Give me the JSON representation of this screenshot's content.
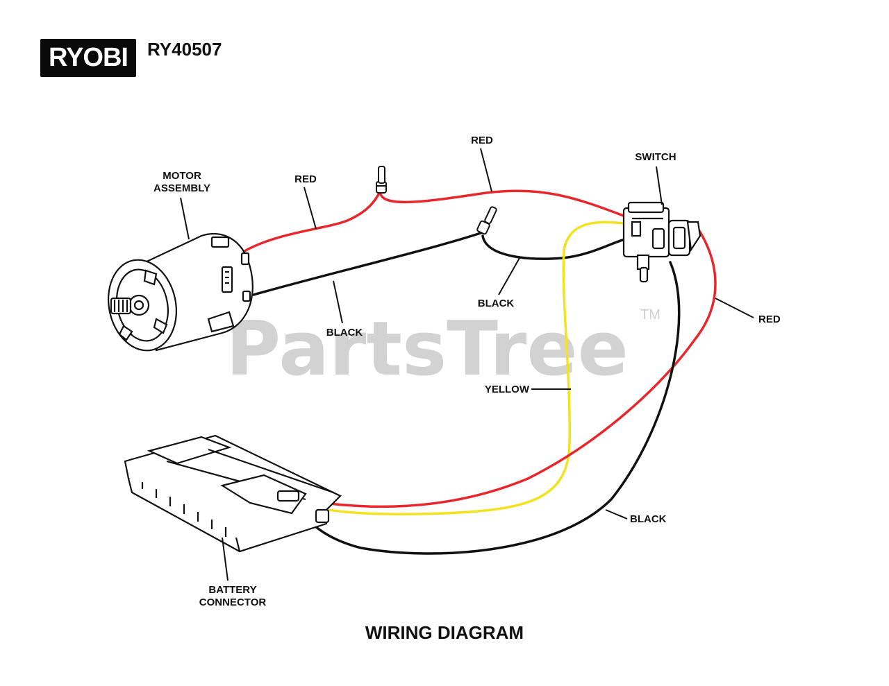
{
  "header": {
    "brand_logo_text": "RYOBI",
    "model_number": "RY40507"
  },
  "diagram": {
    "title": "WIRING DIAGRAM",
    "components": {
      "motor_assembly": [
        "MOTOR",
        "ASSEMBLY"
      ],
      "switch": "SWITCH",
      "battery_connector": [
        "BATTERY",
        "CONNECTOR"
      ]
    },
    "wire_labels": {
      "red_motor": "RED",
      "red_top": "RED",
      "red_right": "RED",
      "black_motor": "BLACK",
      "black_mid": "BLACK",
      "black_bottom": "BLACK",
      "yellow": "YELLOW"
    },
    "wire_colors": {
      "red": "#e8262b",
      "black": "#111111",
      "yellow": "#f2e21f"
    }
  },
  "watermark": {
    "text": "PartsTree",
    "trademark": "TM"
  }
}
